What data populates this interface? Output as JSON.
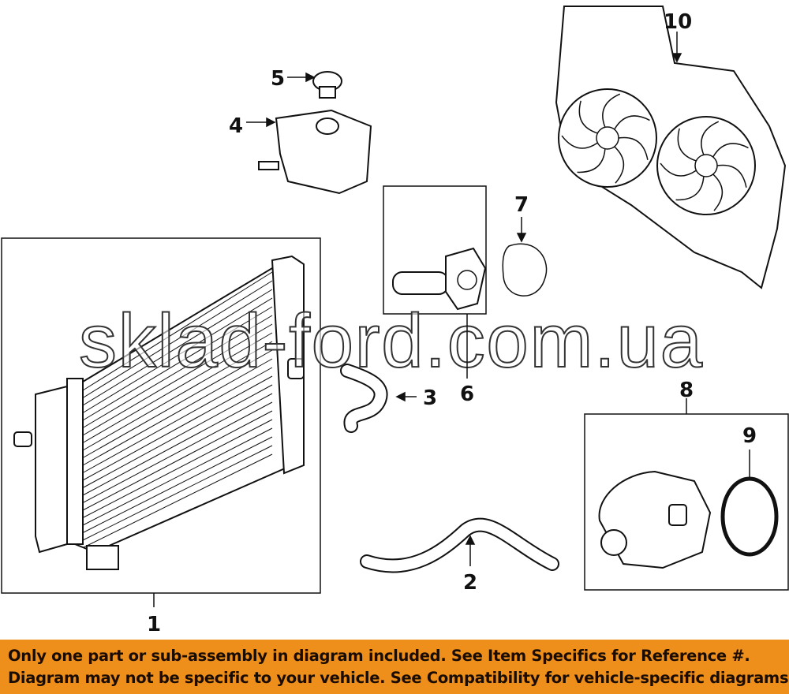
{
  "callouts": [
    "1",
    "2",
    "3",
    "4",
    "5",
    "6",
    "7",
    "8",
    "9",
    "10"
  ],
  "watermark": "sklad-ford.com.ua",
  "banner": {
    "line1": "Only one part or sub-assembly in diagram included. See Item Specifics for Reference #.",
    "line2": "Diagram may not be specific to your vehicle. See Compatibility for vehicle-specific diagrams."
  },
  "colors": {
    "banner": "#ee8f1c"
  }
}
